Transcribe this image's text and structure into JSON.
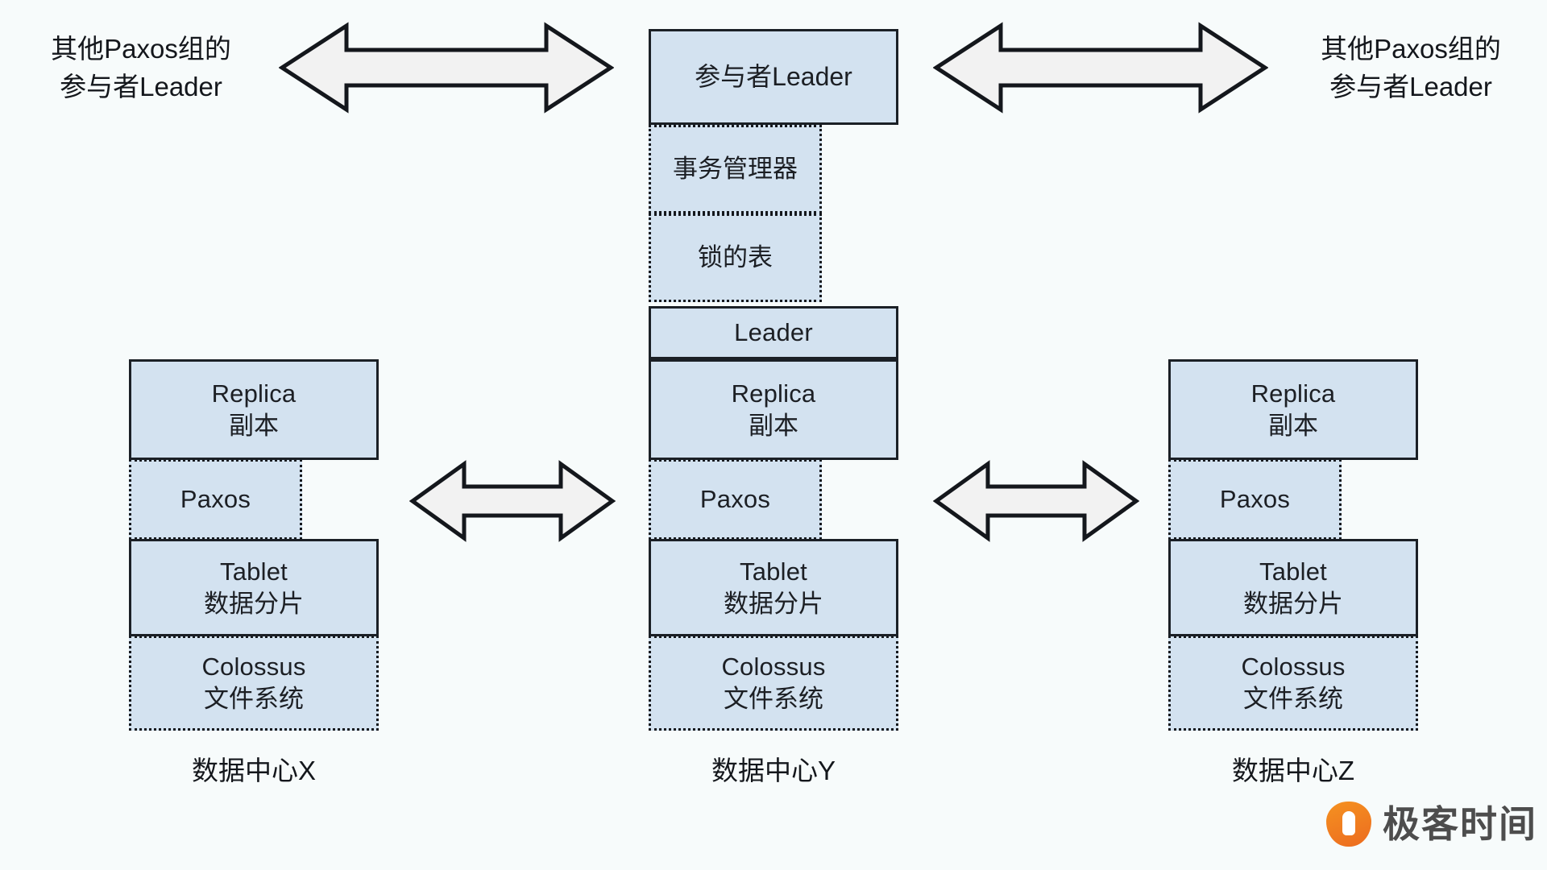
{
  "meta": {
    "background": "#f7fbfb",
    "box_fill": "#d3e2f0",
    "stroke": "#1b2026"
  },
  "captions": {
    "left_peer": {
      "line1": "其他Paxos组的",
      "line2": "参与者Leader"
    },
    "right_peer": {
      "line1": "其他Paxos组的",
      "line2": "参与者Leader"
    }
  },
  "datacenters": [
    {
      "id": "x",
      "caption": "数据中心X",
      "layers": [
        {
          "name": "replica",
          "line1": "Replica",
          "line2": "副本",
          "border": "solid"
        },
        {
          "name": "paxos",
          "line1": "Paxos",
          "line2": "",
          "border": "dotted"
        },
        {
          "name": "tablet",
          "line1": "Tablet",
          "line2": "数据分片",
          "border": "solid"
        },
        {
          "name": "colossus",
          "line1": "Colossus",
          "line2": "文件系统",
          "border": "dotted"
        }
      ]
    },
    {
      "id": "y",
      "caption": "数据中心Y",
      "layers": [
        {
          "name": "participant-leader",
          "line1": "参与者Leader",
          "line2": "",
          "border": "solid"
        },
        {
          "name": "transaction-manager",
          "line1": "事务管理器",
          "line2": "",
          "border": "dotted"
        },
        {
          "name": "lock-table",
          "line1": "锁的表",
          "line2": "",
          "border": "dotted"
        },
        {
          "name": "leader",
          "line1": "Leader",
          "line2": "",
          "border": "solid"
        },
        {
          "name": "replica",
          "line1": "Replica",
          "line2": "副本",
          "border": "solid"
        },
        {
          "name": "paxos",
          "line1": "Paxos",
          "line2": "",
          "border": "dotted"
        },
        {
          "name": "tablet",
          "line1": "Tablet",
          "line2": "数据分片",
          "border": "solid"
        },
        {
          "name": "colossus",
          "line1": "Colossus",
          "line2": "文件系统",
          "border": "dotted"
        }
      ]
    },
    {
      "id": "z",
      "caption": "数据中心Z",
      "layers": [
        {
          "name": "replica",
          "line1": "Replica",
          "line2": "副本",
          "border": "solid"
        },
        {
          "name": "paxos",
          "line1": "Paxos",
          "line2": "",
          "border": "dotted"
        },
        {
          "name": "tablet",
          "line1": "Tablet",
          "line2": "数据分片",
          "border": "solid"
        },
        {
          "name": "colossus",
          "line1": "Colossus",
          "line2": "文件系统",
          "border": "dotted"
        }
      ]
    }
  ],
  "arrows": [
    {
      "name": "arrow-top-left",
      "direction": "double-horizontal"
    },
    {
      "name": "arrow-top-right",
      "direction": "double-horizontal"
    },
    {
      "name": "arrow-mid-left",
      "direction": "double-horizontal"
    },
    {
      "name": "arrow-mid-right",
      "direction": "double-horizontal"
    }
  ],
  "watermark": {
    "text": "极客时间",
    "mark_color": "#ee7722",
    "text_color": "#4d4d4d"
  }
}
